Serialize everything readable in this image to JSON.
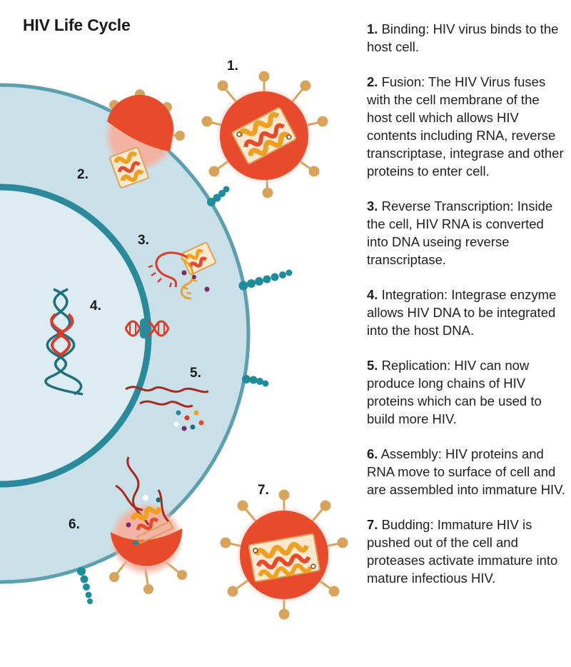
{
  "title": "HIV Life Cycle",
  "colors": {
    "cell": "#c9e0e8",
    "nucleus": "#dcecf2",
    "membrane": "#5c9fae",
    "nucleus_ring": "#2a8a9b",
    "virus": "#e84a2c",
    "virus_halo": "#f2b3a3",
    "spike": "#d8a35a",
    "receptor": "#1f8c9c",
    "dna_red": "#e0392a",
    "dna_teal": "#1e6f7a",
    "rna_dark": "#a8291c"
  },
  "labels": [
    "1.",
    "2.",
    "3.",
    "4.",
    "5.",
    "6.",
    "7."
  ],
  "steps": [
    {
      "num": "1.",
      "text": "Binding: HIV virus binds to the host cell."
    },
    {
      "num": "2.",
      "text": "Fusion: The HIV Virus fuses with the cell membrane of the host cell which allows HIV contents including RNA, reverse transcriptase, integrase and other proteins to enter cell."
    },
    {
      "num": "3.",
      "text": "Reverse Transcription: Inside the cell, HIV RNA is converted into DNA useing reverse transcriptase."
    },
    {
      "num": "4.",
      "text": "Integration: Integrase enzyme allows HIV DNA to be integrated into the host DNA."
    },
    {
      "num": "5.",
      "text": "Replication: HIV can now produce long chains of HIV proteins which can be used to build more HIV."
    },
    {
      "num": "6.",
      "text": "Assembly: HIV proteins and RNA move to surface of cell and are assembled into immature HIV."
    },
    {
      "num": "7.",
      "text": "Budding: Immature HIV is pushed out of the cell and proteases activate immature into mature infectious HIV."
    }
  ]
}
